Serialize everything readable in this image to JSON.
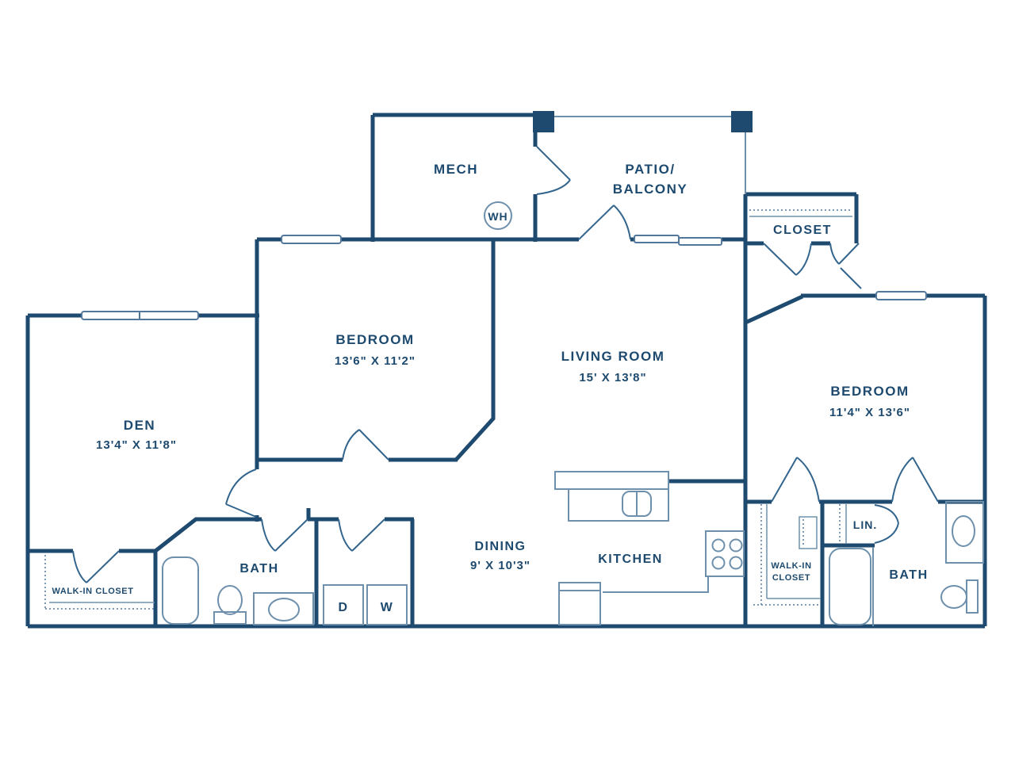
{
  "colors": {
    "wall": "#1d4a6e",
    "thin_line": "#6e90ac",
    "door_swing": "#33658d",
    "text": "#1d4a6e",
    "background": "#ffffff"
  },
  "plan": {
    "mech": {
      "label": "MECH"
    },
    "water_heater": {
      "label": "WH"
    },
    "patio": {
      "label_line1": "PATIO/",
      "label_line2": "BALCONY"
    },
    "closet_top": {
      "label": "CLOSET"
    },
    "bedroom_left": {
      "label": "BEDROOM",
      "dims": "13'6\" X 11'2\""
    },
    "living_room": {
      "label": "LIVING ROOM",
      "dims": "15' X 13'8\""
    },
    "bedroom_right": {
      "label": "BEDROOM",
      "dims": "11'4\" X 13'6\""
    },
    "den": {
      "label": "DEN",
      "dims": "13'4\" X 11'8\""
    },
    "walk_in_closet_left": {
      "label": "WALK-IN CLOSET"
    },
    "bath_left": {
      "label": "BATH"
    },
    "dryer": {
      "label": "D"
    },
    "washer": {
      "label": "W"
    },
    "dining": {
      "label": "DINING",
      "dims": "9' X 10'3\""
    },
    "kitchen": {
      "label": "KITCHEN"
    },
    "walk_in_closet_right": {
      "label_line1": "WALK-IN",
      "label_line2": "CLOSET"
    },
    "linen": {
      "label": "LIN."
    },
    "bath_right": {
      "label": "BATH"
    }
  }
}
